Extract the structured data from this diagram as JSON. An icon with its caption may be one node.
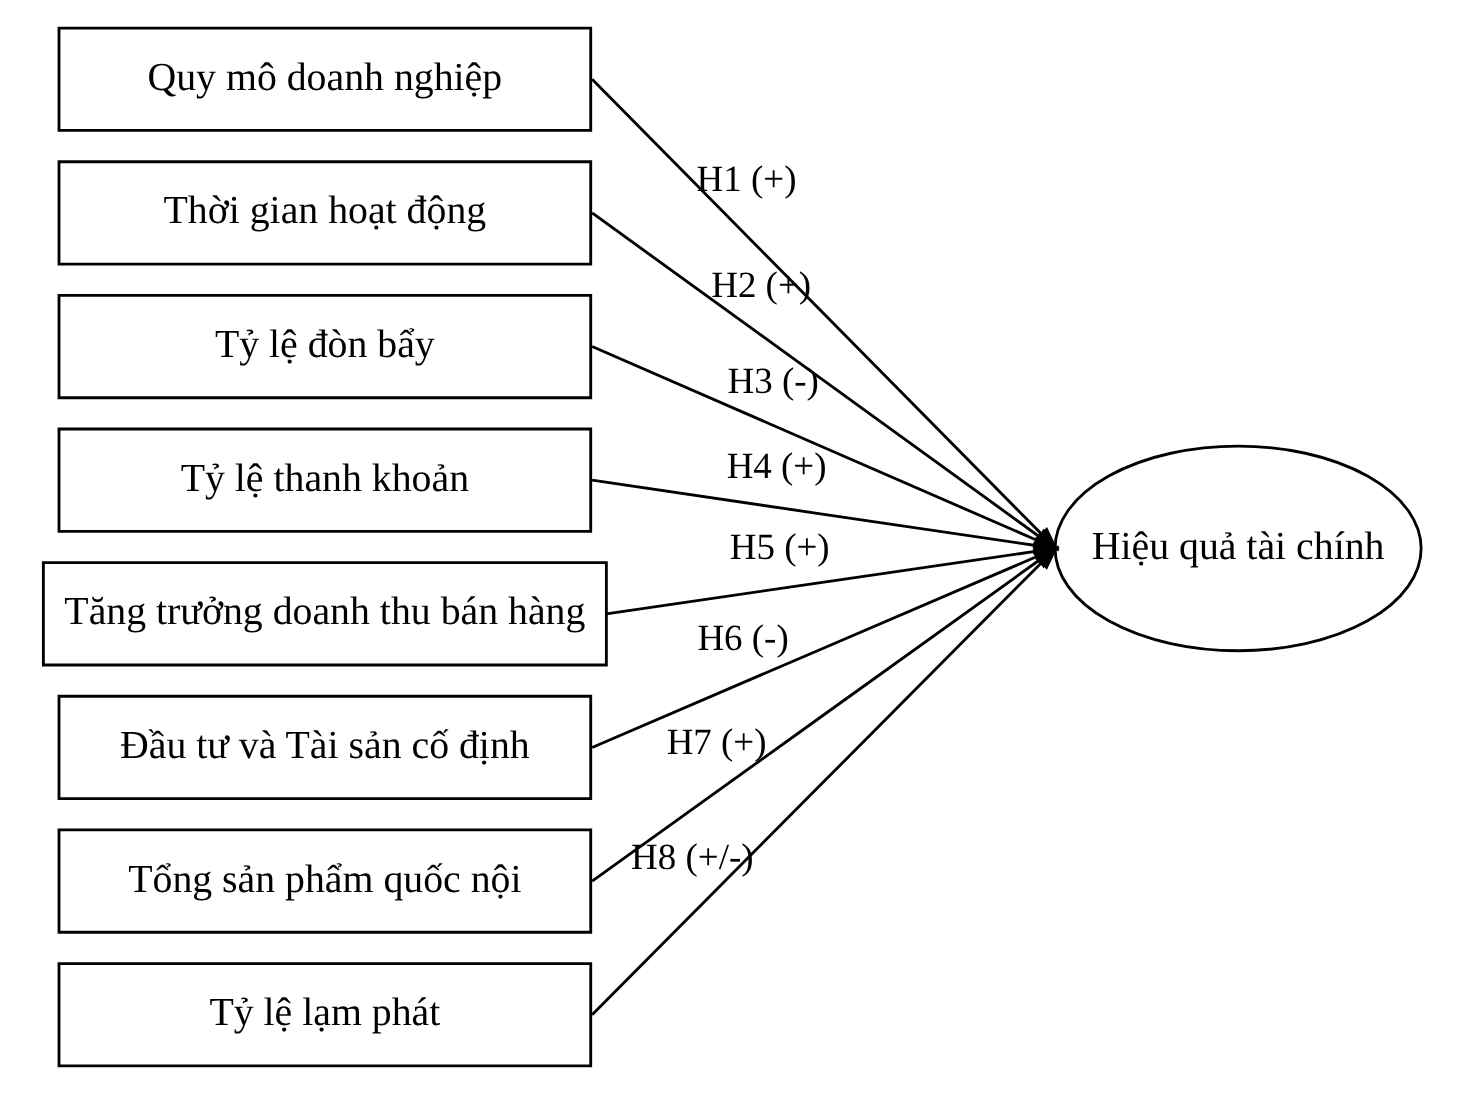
{
  "diagram": {
    "nodes": [
      {
        "text": [
          "Quy mô doanh nghiệp"
        ]
      },
      {
        "text": [
          "Thời gian hoạt động"
        ]
      },
      {
        "text": [
          "Tỷ lệ đòn bẩy"
        ]
      },
      {
        "text": [
          "Tỷ lệ thanh khoản"
        ]
      },
      {
        "text": [
          "Tăng trưởng doanh thu bán hàng"
        ]
      },
      {
        "text": [
          "Đầu tư và Tài sản cố định"
        ]
      },
      {
        "text": [
          "Tổng sản phẩm quốc nội"
        ]
      },
      {
        "text": [
          "Tỷ lệ lạm phát"
        ]
      },
      {
        "text": [
          "Hiệu quả tài chính"
        ]
      }
    ],
    "edges": [
      {
        "from": 0,
        "to": 8,
        "arrow": "to",
        "label": "H1 (+)"
      },
      {
        "from": 1,
        "to": 8,
        "arrow": "to",
        "label": "H2 (+)"
      },
      {
        "from": 2,
        "to": 8,
        "arrow": "to",
        "label": "H3 (-)"
      },
      {
        "from": 3,
        "to": 8,
        "arrow": "to",
        "label": "H4 (+)"
      },
      {
        "from": 4,
        "to": 8,
        "arrow": "to",
        "label": "H5 (+)"
      },
      {
        "from": 5,
        "to": 8,
        "arrow": "to",
        "label": "H6 (-)"
      },
      {
        "from": 6,
        "to": 8,
        "arrow": "to",
        "label": "H7 (+)"
      },
      {
        "from": 7,
        "to": 8,
        "arrow": "to",
        "label": "H8 (+/-)"
      }
    ]
  }
}
